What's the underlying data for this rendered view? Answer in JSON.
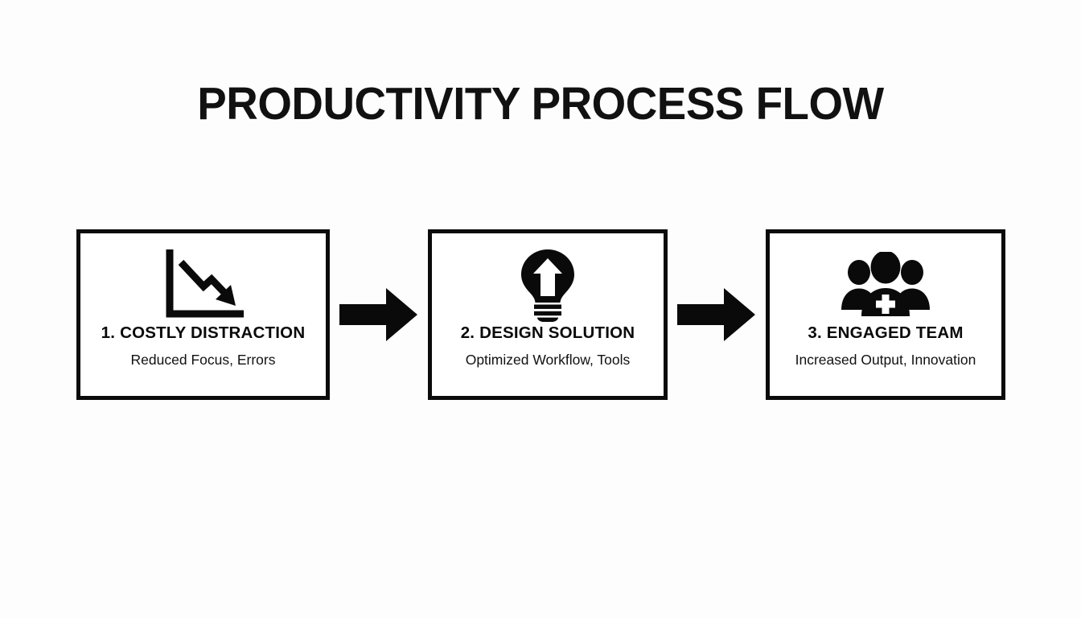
{
  "slide": {
    "title": "PRODUCTIVITY PROCESS FLOW",
    "background_color": "#fdfdfd",
    "ink_color": "#0a0a0a"
  },
  "flow": {
    "steps": [
      {
        "icon": "declining-chart-icon",
        "title": "1. COSTLY DISTRACTION",
        "subtitle": "Reduced Focus, Errors"
      },
      {
        "icon": "lightbulb-up-arrow-icon",
        "title": "2. DESIGN SOLUTION",
        "subtitle": "Optimized Workflow, Tools"
      },
      {
        "icon": "team-group-plus-icon",
        "title": "3. ENGAGED TEAM",
        "subtitle": "Increased Output, Innovation"
      }
    ],
    "connectors": [
      {
        "icon": "arrow-right-icon"
      },
      {
        "icon": "arrow-right-icon"
      }
    ]
  }
}
